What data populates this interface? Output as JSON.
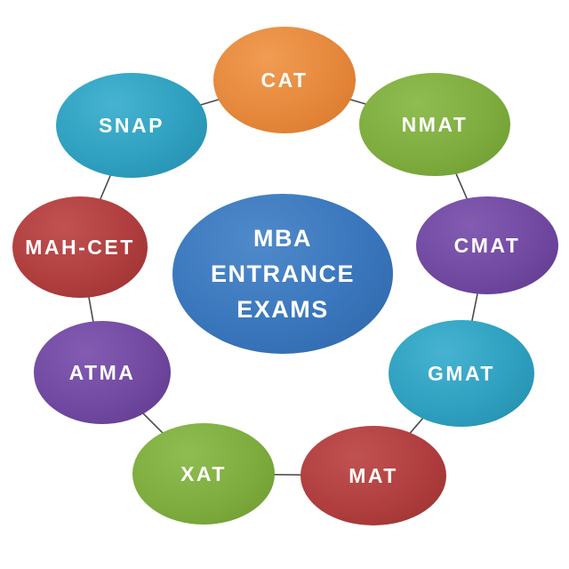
{
  "diagram": {
    "background_color": "#ffffff",
    "connector_color": "#4a4a4a",
    "text_color": "#ffffff",
    "center": {
      "label_lines": [
        "MBA",
        "ENTRANCE",
        "EXAMS"
      ],
      "color": "#3a76bc",
      "color_light": "#4f8aca",
      "color_dark": "#2c65a8"
    },
    "nodes": [
      {
        "id": "cat",
        "label": "CAT",
        "color": "#e5883c",
        "color_light": "#f09c52",
        "color_dark": "#d87527"
      },
      {
        "id": "nmat",
        "label": "NMAT",
        "color": "#7eac3e",
        "color_light": "#90bd52",
        "color_dark": "#6c992f"
      },
      {
        "id": "cmat",
        "label": "CMAT",
        "color": "#7149a1",
        "color_light": "#835cb2",
        "color_dark": "#5d388b"
      },
      {
        "id": "gmat",
        "label": "GMAT",
        "color": "#2fa0c0",
        "color_light": "#46b3d1",
        "color_dark": "#238aa9"
      },
      {
        "id": "mat",
        "label": "MAT",
        "color": "#b03e3e",
        "color_light": "#c15252",
        "color_dark": "#993030"
      },
      {
        "id": "xat",
        "label": "XAT",
        "color": "#7eac3e",
        "color_light": "#90bd52",
        "color_dark": "#6c992f"
      },
      {
        "id": "atma",
        "label": "ATMA",
        "color": "#7149a1",
        "color_light": "#835cb2",
        "color_dark": "#5d388b"
      },
      {
        "id": "mah-cet",
        "label": "MAH-CET",
        "color": "#b03e3e",
        "color_light": "#c15252",
        "color_dark": "#993030"
      },
      {
        "id": "snap",
        "label": "SNAP",
        "color": "#2fa0c0",
        "color_light": "#46b3d1",
        "color_dark": "#238aa9"
      }
    ]
  }
}
